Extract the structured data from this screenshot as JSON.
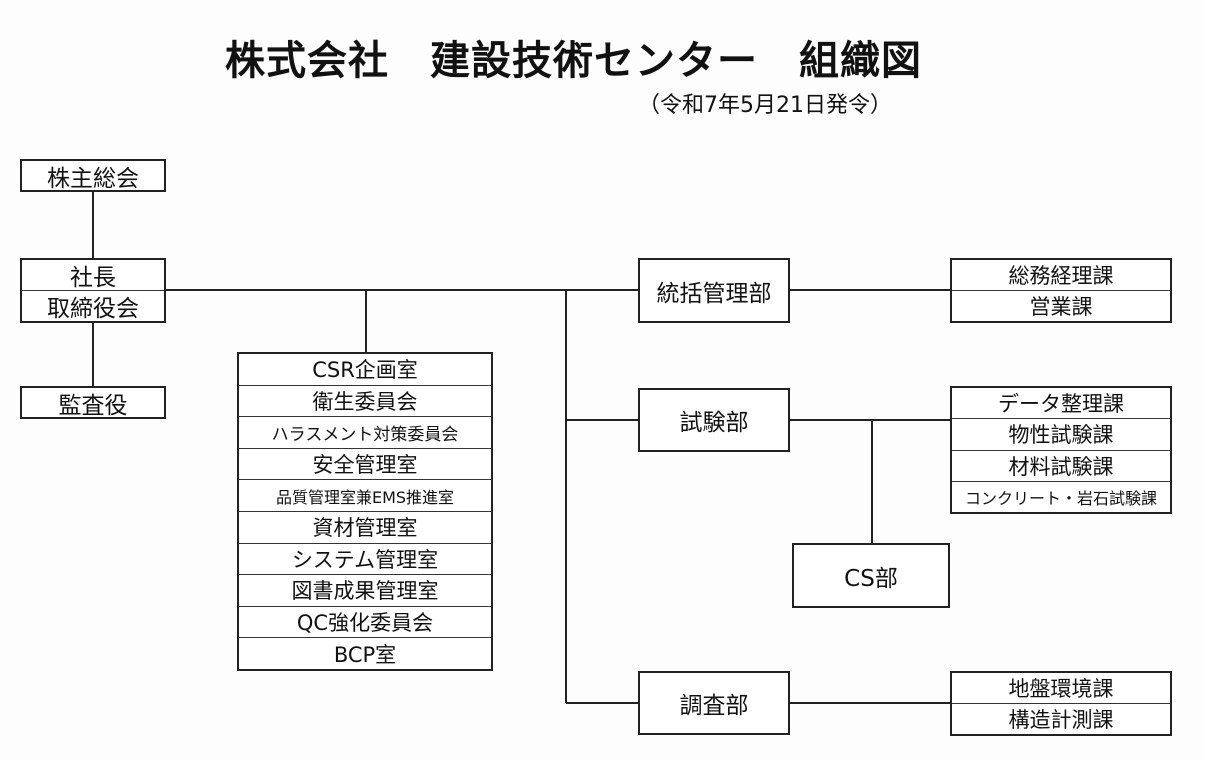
{
  "header": {
    "title": "株式会社　建設技術センター　組織図",
    "subtitle": "（令和7年5月21日発令）"
  },
  "org": {
    "shareholders": "株主総会",
    "president": "社長",
    "board": "取締役会",
    "auditor": "監査役",
    "committees": [
      "CSR企画室",
      "衛生委員会",
      "ハラスメント対策委員会",
      "安全管理室",
      "品質管理室兼EMS推進室",
      "資材管理室",
      "システム管理室",
      "図書成果管理室",
      "QC強化委員会",
      "BCP室"
    ],
    "general_dept": {
      "name": "統括管理部",
      "sections": [
        "総務経理課",
        "営業課"
      ]
    },
    "testing_dept": {
      "name": "試験部",
      "sections": [
        "データ整理課",
        "物性試験課",
        "材料試験課",
        "コンクリート・岩石試験課"
      ]
    },
    "cs_dept": {
      "name": "CS部"
    },
    "survey_dept": {
      "name": "調査部",
      "sections": [
        "地盤環境課",
        "構造計測課"
      ]
    }
  }
}
